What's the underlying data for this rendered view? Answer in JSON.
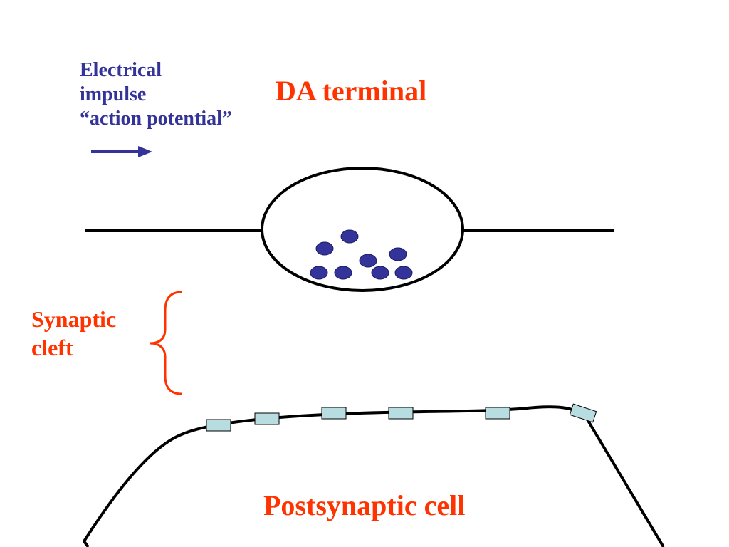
{
  "labels": {
    "impulse": [
      "Electrical",
      "impulse",
      "“action potential”"
    ],
    "terminal": "DA terminal",
    "cleft": [
      "Synaptic",
      "cleft"
    ],
    "postsynaptic": "Postsynaptic cell"
  },
  "colors": {
    "label_blue": "#333399",
    "label_red": "#FF3300",
    "vesicle": "#333399",
    "receptor": "#B7DDE0",
    "line": "#000000"
  },
  "icons": {
    "impulse_direction": "arrow-right-icon",
    "cleft_bracket": "curly-brace-icon"
  }
}
